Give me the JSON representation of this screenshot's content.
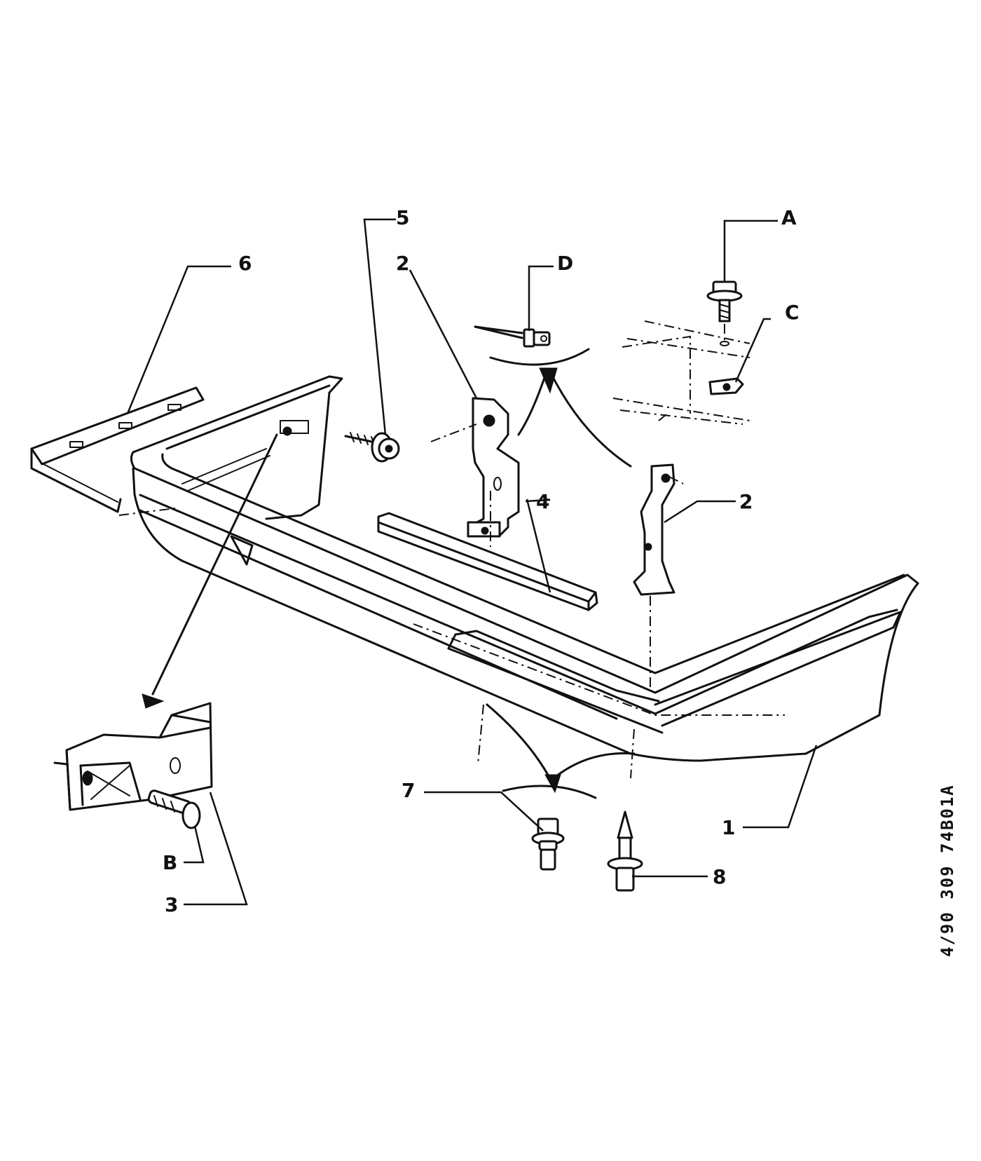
{
  "labels": {
    "n1": "1",
    "n2a": "2",
    "n2b": "2",
    "n3": "3",
    "n4": "4",
    "n5": "5",
    "n6": "6",
    "n7": "7",
    "n8": "8",
    "A": "A",
    "B": "B",
    "C": "C",
    "D": "D"
  },
  "drawing_code": "4/90  309  74B01A"
}
